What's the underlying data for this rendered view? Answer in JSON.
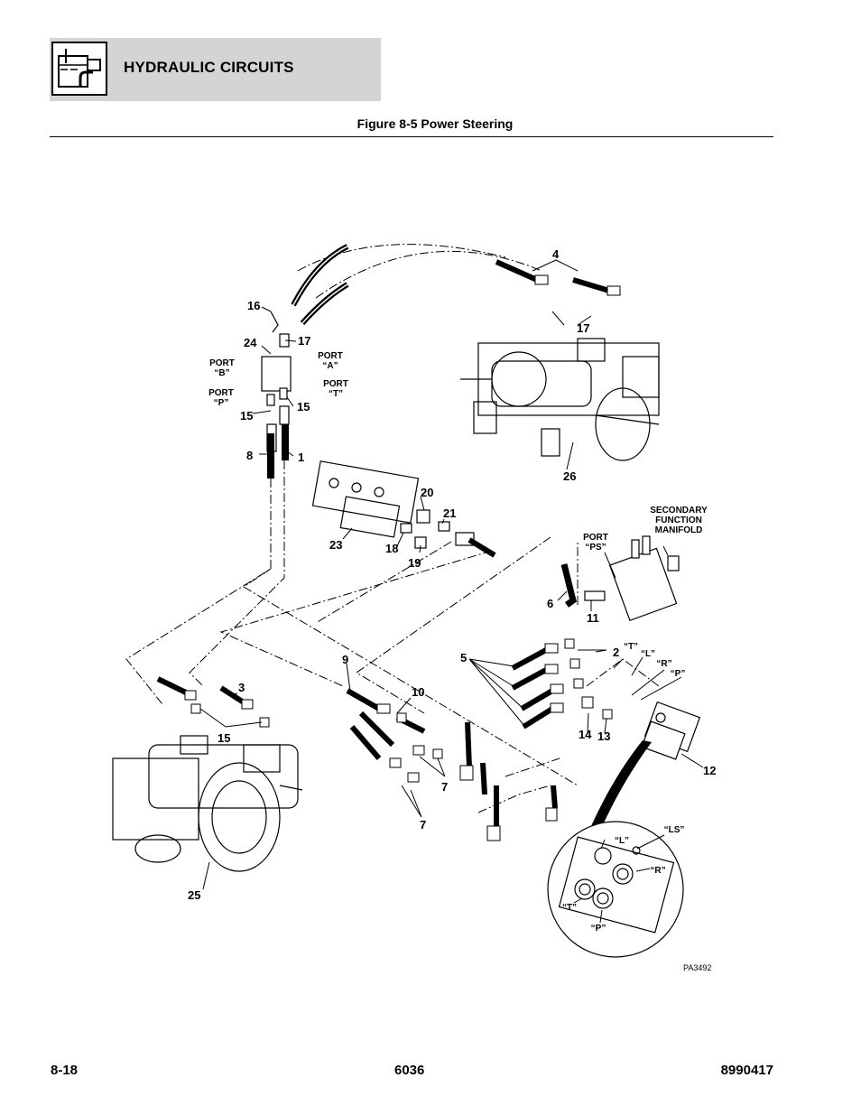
{
  "header": {
    "title": "HYDRAULIC CIRCUITS",
    "icon": "hydraulic-reservoir-icon"
  },
  "figure": {
    "title": "Figure 8-5 Power Steering",
    "art_id": "PA3492",
    "callouts": {
      "c1": "1",
      "c2": "2",
      "c3": "3",
      "c4": "4",
      "c5": "5",
      "c6": "6",
      "c7a": "7",
      "c7b": "7",
      "c8": "8",
      "c9": "9",
      "c10": "10",
      "c11": "11",
      "c12": "12",
      "c13": "13",
      "c14": "14",
      "c15a": "15",
      "c15b": "15",
      "c15c": "15",
      "c16": "16",
      "c17a": "17",
      "c17b": "17",
      "c18": "18",
      "c19": "19",
      "c20": "20",
      "c21": "21",
      "c23": "23",
      "c24": "24",
      "c25": "25",
      "c26": "26"
    },
    "labels": {
      "port_b_1": "PORT",
      "port_b_2": "“B”",
      "port_a_1": "PORT",
      "port_a_2": "“A”",
      "port_p_1": "PORT",
      "port_p_2": "“P”",
      "port_t_1": "PORT",
      "port_t_2": "“T”",
      "port_ps_1": "PORT",
      "port_ps_2": "“PS”",
      "sfm_1": "SECONDARY",
      "sfm_2": "FUNCTION",
      "sfm_3": "MANIFOLD",
      "t_top": "“T”",
      "l_top": "“L”",
      "r_top": "“R”",
      "p_top": "“P”",
      "l_det": "“L”",
      "ls_det": "“LS”",
      "r_det": "“R”",
      "t_det": "“T”",
      "p_det": "“P”"
    }
  },
  "footer": {
    "page": "8-18",
    "model": "6036",
    "part_number": "8990417"
  }
}
